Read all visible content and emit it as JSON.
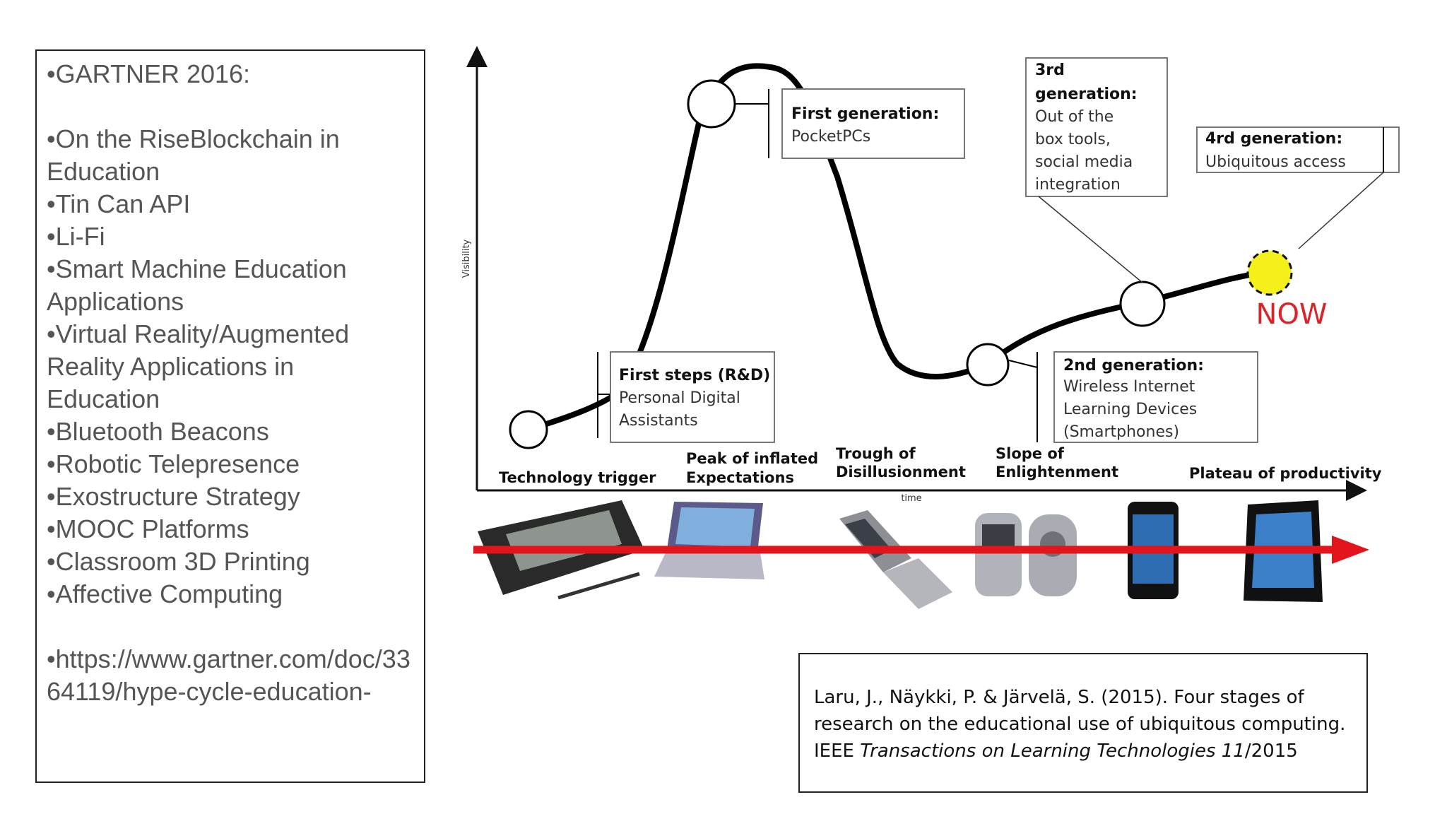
{
  "left_panel": {
    "heading": "•GARTNER 2016:",
    "items": [
      "•On the RiseBlockchain in Education",
      "•Tin Can API",
      "•Li-Fi",
      "•Smart Machine Education Applications",
      "•Virtual Reality/Augmented Reality Applications in Education",
      "•Bluetooth Beacons",
      "•Robotic Telepresence",
      "•Exostructure Strategy",
      "•MOOC Platforms",
      "•Classroom 3D Printing",
      "•Affective Computing"
    ],
    "url": "•https://www.gartner.com/doc/3364119/hype-cycle-education-"
  },
  "diagram": {
    "y_label": "Visibility",
    "x_label": "time",
    "phases": [
      {
        "line1": "Technology trigger",
        "line2": ""
      },
      {
        "line1": "Peak of inflated",
        "line2": "Expectations"
      },
      {
        "line1": "Trough of",
        "line2": "Disillusionment"
      },
      {
        "line1": "Slope of",
        "line2": "Enlightenment"
      },
      {
        "line1": "Plateau of productivity",
        "line2": ""
      }
    ],
    "callouts": {
      "first_steps": {
        "title": "First steps (R&D)",
        "lines": [
          "Personal Digital",
          "Assistants"
        ]
      },
      "first_gen": {
        "title": "First generation:",
        "lines": [
          "PocketPCs"
        ]
      },
      "second_gen": {
        "title": "2nd generation:",
        "lines": [
          "Wireless Internet",
          "Learning Devices",
          "(Smartphones)"
        ]
      },
      "third_gen": {
        "title_lines": [
          "3rd",
          "generation:"
        ],
        "lines": [
          "Out of the",
          "box tools,",
          "social media",
          "integration"
        ]
      },
      "fourth_gen": {
        "title": "4rd generation:",
        "lines": [
          "Ubiquitous access"
        ]
      }
    },
    "now_label": "NOW",
    "colors": {
      "arrow": "#e3141b",
      "now_fill": "#f5f01a",
      "now_text": "#d9242a"
    }
  },
  "citation": {
    "line1": "Laru, J., Näykki, P. & Järvelä, S. (2015). Four stages of",
    "line2": "research on the educational use of ubiquitous computing.",
    "line3_prefix": "IEEE ",
    "line3_italic": "Transactions on Learning Technologies 11",
    "line3_suffix": "/2015"
  }
}
